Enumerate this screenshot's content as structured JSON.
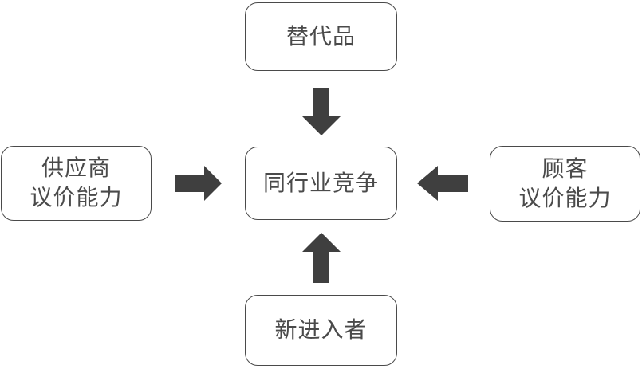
{
  "diagram": {
    "background": "#ffffff",
    "colors": {
      "box_border": "#4a4a4a",
      "text": "#4a4a4a",
      "arrow": "#3f3f3f"
    },
    "nodes": {
      "substitutes": {
        "label": "替代品"
      },
      "supplier": {
        "label": "供应商\n议价能力"
      },
      "rivalry": {
        "label": "同行业竞争"
      },
      "customer": {
        "label": "顾客\n议价能力"
      },
      "new_entrants": {
        "label": "新进入者"
      }
    },
    "edges": [
      {
        "from": "substitutes",
        "to": "rivalry",
        "direction": "down"
      },
      {
        "from": "supplier",
        "to": "rivalry",
        "direction": "right"
      },
      {
        "from": "customer",
        "to": "rivalry",
        "direction": "left"
      },
      {
        "from": "new_entrants",
        "to": "rivalry",
        "direction": "up"
      }
    ]
  }
}
